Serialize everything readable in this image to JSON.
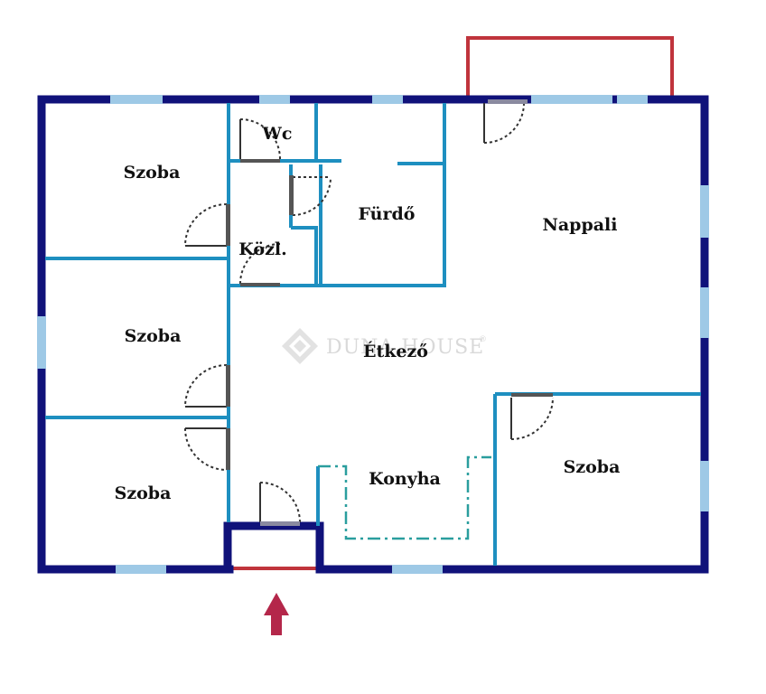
{
  "colors": {
    "outer_wall": "#10127a",
    "inner_wall": "#1e8fc0",
    "window": "#9ec9e6",
    "balcony": "#c0343c",
    "entrance_arrow": "#b4274a",
    "door_swing": "#333333",
    "kitchen_outline": "#2a9e9e",
    "watermark": "#d9d9d9"
  },
  "rooms": [
    {
      "id": "szoba-top-left",
      "label": "Szoba"
    },
    {
      "id": "wc",
      "label": "Wc"
    },
    {
      "id": "furdo",
      "label": "Fürdő"
    },
    {
      "id": "nappali",
      "label": "Nappali"
    },
    {
      "id": "kozl",
      "label": "Közl."
    },
    {
      "id": "szoba-mid-left",
      "label": "Szoba"
    },
    {
      "id": "etkezo",
      "label": "Étkező"
    },
    {
      "id": "szoba-bottom-left",
      "label": "Szoba"
    },
    {
      "id": "konyha",
      "label": "Konyha"
    },
    {
      "id": "szoba-right",
      "label": "Szoba"
    }
  ],
  "watermark": {
    "text": "DUNA HOUSE",
    "mark": "®"
  },
  "icons": {
    "entrance": "entrance-arrow-icon",
    "logo": "duna-house-logo-icon"
  }
}
